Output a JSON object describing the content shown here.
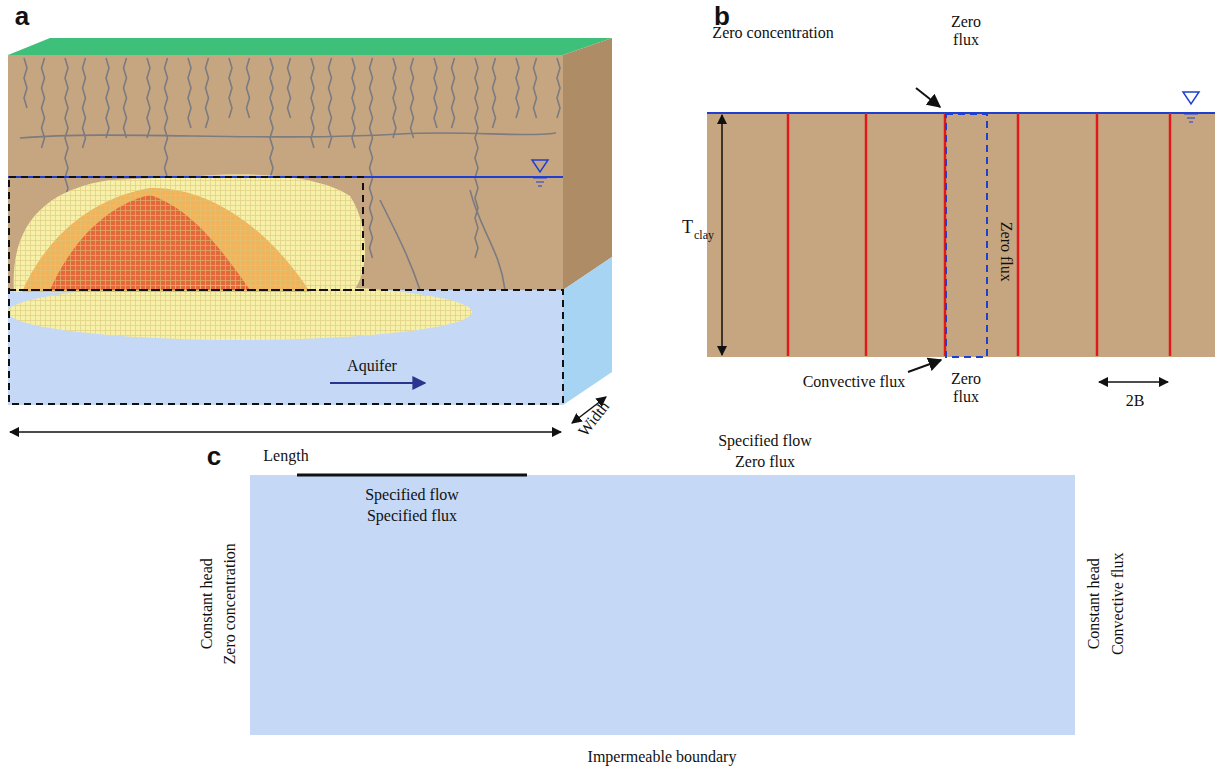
{
  "diagram": {
    "labels": [
      "a",
      "b",
      "c",
      "Aquifer",
      "Length",
      "Width",
      "Zero concentration",
      "Zero flux",
      "Zero flux",
      "Convective flux",
      "Zero flux",
      "T",
      "clay",
      "2B",
      "Specified flow",
      "Zero flux",
      "Specified flow",
      "Specified flux",
      "Constant head",
      "Zero concentration",
      "Constant head",
      "Convective flux",
      "Impermeable boundary"
    ]
  }
}
